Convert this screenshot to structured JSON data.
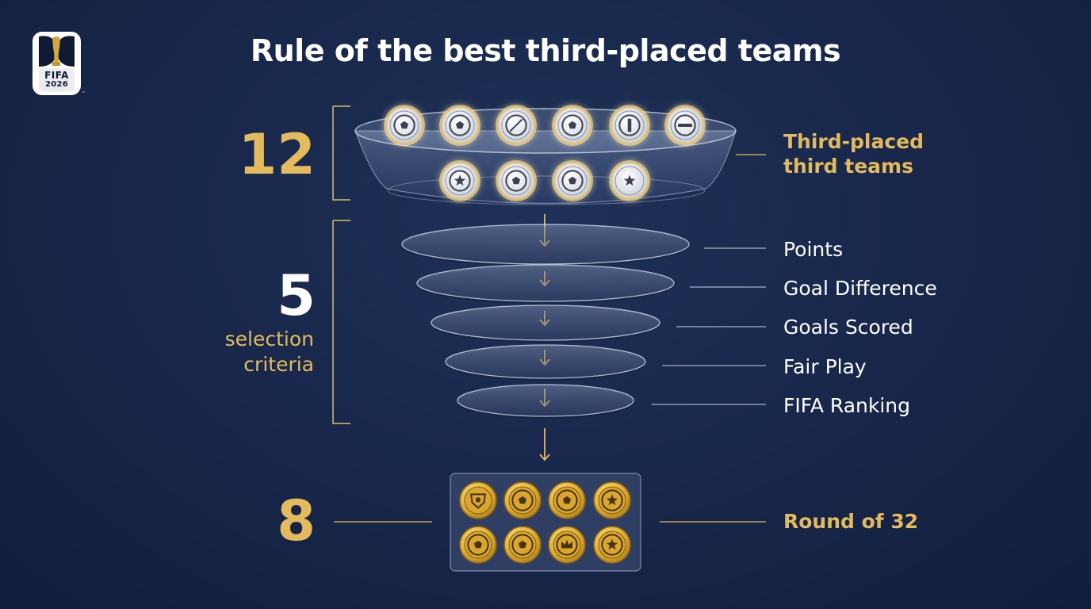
{
  "title": "Rule of the best third-placed teams",
  "logo": {
    "line1": "FIFA",
    "line2": "2026",
    "trademark": "™"
  },
  "stages": {
    "third_placed": {
      "count": "12",
      "label_line1": "Third-placed",
      "label_line2": "third teams",
      "team_badges": 10
    },
    "criteria": {
      "count": "5",
      "label_line1": "selection",
      "label_line2": "criteria",
      "items": [
        "Points",
        "Goal Difference",
        "Goals Scored",
        "Fair Play",
        "FIFA Ranking"
      ]
    },
    "qualified": {
      "count": "8",
      "label": "Round of 32",
      "team_badges": 8
    }
  },
  "icons": {
    "top_row": [
      "soccer-ball-icon",
      "soccer-ball-icon",
      "striped-ball-icon",
      "soccer-ball-icon",
      "bar-crest-icon",
      "minus-crest-icon"
    ],
    "bottom_row": [
      "star-crest-icon",
      "soccer-ball-icon",
      "soccer-ball-icon",
      "star-icon"
    ],
    "qualified": [
      "shield-crest-icon",
      "soccer-ball-icon",
      "soccer-ball-icon",
      "star-crest-icon",
      "soccer-ball-icon",
      "soccer-ball-icon",
      "crown-crest-icon",
      "star-crest-icon"
    ]
  },
  "colors": {
    "background": "#172649",
    "gold": "#e3bb5d",
    "text": "#ffffff"
  }
}
